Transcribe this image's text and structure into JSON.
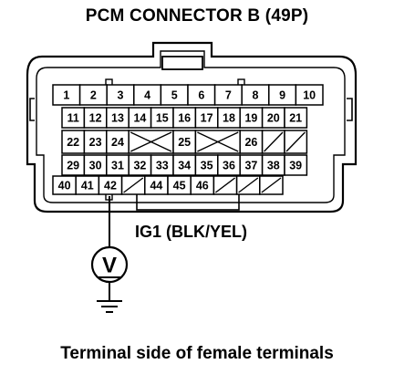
{
  "title": "PCM CONNECTOR B (49P)",
  "caption": "Terminal side of female terminals",
  "wire_label": "IG1 (BLK/YEL)",
  "meter_symbol": "V",
  "icons": {
    "meter": "voltmeter-icon",
    "ground": "ground-icon"
  },
  "rows": [
    [
      {
        "label": "1"
      },
      {
        "label": "2"
      },
      {
        "label": "3"
      },
      {
        "label": "4"
      },
      {
        "label": "5"
      },
      {
        "label": "6"
      },
      {
        "label": "7"
      },
      {
        "label": "8"
      },
      {
        "label": "9"
      },
      {
        "label": "10"
      }
    ],
    [
      {
        "label": "11"
      },
      {
        "label": "12"
      },
      {
        "label": "13"
      },
      {
        "label": "14"
      },
      {
        "label": "15"
      },
      {
        "label": "16"
      },
      {
        "label": "17"
      },
      {
        "label": "18"
      },
      {
        "label": "19"
      },
      {
        "label": "20"
      },
      {
        "label": "21"
      }
    ],
    [
      {
        "label": "22"
      },
      {
        "label": "23"
      },
      {
        "label": "24"
      },
      {
        "label": "",
        "mark": "x",
        "span": 2
      },
      {
        "label": "25"
      },
      {
        "label": "",
        "mark": "x",
        "span": 2
      },
      {
        "label": "26"
      },
      {
        "label": "",
        "mark": "slash"
      },
      {
        "label": "",
        "mark": "slash"
      }
    ],
    [
      {
        "label": "29"
      },
      {
        "label": "30"
      },
      {
        "label": "31"
      },
      {
        "label": "32"
      },
      {
        "label": "33"
      },
      {
        "label": "34"
      },
      {
        "label": "35"
      },
      {
        "label": "36"
      },
      {
        "label": "37"
      },
      {
        "label": "38"
      },
      {
        "label": "39"
      }
    ],
    [
      {
        "label": "40"
      },
      {
        "label": "41"
      },
      {
        "label": "42"
      },
      {
        "label": "",
        "mark": "slash"
      },
      {
        "label": "44"
      },
      {
        "label": "45"
      },
      {
        "label": "46"
      },
      {
        "label": "",
        "mark": "slash"
      },
      {
        "label": "",
        "mark": "slash"
      },
      {
        "label": "",
        "mark": "slash"
      }
    ]
  ],
  "probe_terminal": "42",
  "colors": {
    "ink": "#000000",
    "paper": "#ffffff"
  }
}
